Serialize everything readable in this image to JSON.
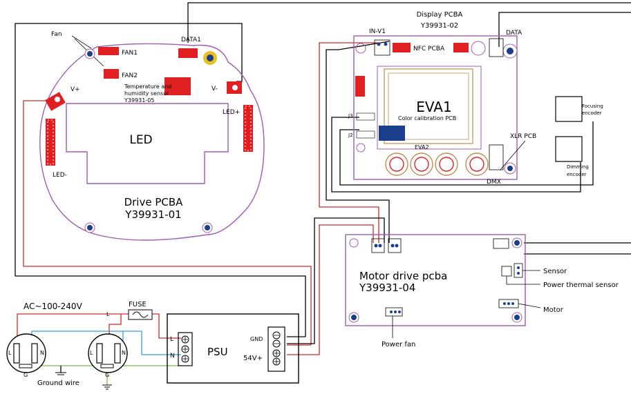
{
  "drive": {
    "title": "Drive PCBA",
    "code": "Y39931-01",
    "led": "LED",
    "led_plus": "LED+",
    "led_minus": "LED-",
    "v_plus": "V+",
    "v_minus": "V-",
    "fan": "Fan",
    "fan1": "FAN1",
    "fan2": "FAN2",
    "data1": "DATA1",
    "sensor_line1": "Temperature and",
    "sensor_line2": "humidity sensor",
    "sensor_code": "Y39931-05"
  },
  "display": {
    "title": "Display PCBA",
    "code": "Y39931-02",
    "in_v1": "IN-V1",
    "nfc": "NFC PCBA",
    "data": "DATA",
    "eva1": "EVA1",
    "eva2": "EVA2",
    "color_pcb": "Color calibration PCB",
    "xlr_pcb": "XLR PCB",
    "dmx": "DMX",
    "j2": "J2",
    "j3": "J3"
  },
  "encoders": {
    "focusing_1": "Focusing",
    "focusing_2": "encoder",
    "dimming_1": "Dimming",
    "dimming_2": "encoder"
  },
  "motor": {
    "title": "Motor drive pcba",
    "code": "Y39931-04",
    "sensor": "Sensor",
    "power_thermal": "Power thermal sensor",
    "motor": "Motor",
    "power_fan": "Power fan"
  },
  "power": {
    "ac": "AC~100-240V",
    "fuse": "FUSE",
    "psu": "PSU",
    "gnd": "GND",
    "v54": "54V+",
    "l": "L",
    "n": "N",
    "g": "G",
    "ground_wire": "Ground wire"
  },
  "colors": {
    "pcb_outline": "#a05ab4",
    "red_wire": "#d02828",
    "blue_wire": "#3c9ad8",
    "green_wire": "#7ab648",
    "component_red": "#e02020",
    "component_blue": "#1a3e8c"
  }
}
